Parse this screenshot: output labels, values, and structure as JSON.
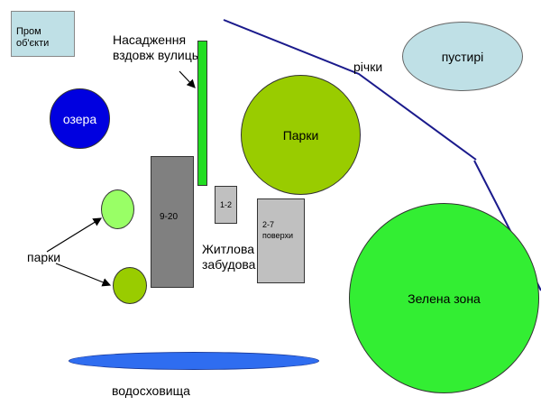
{
  "colors": {
    "industrial": "#bfe0e6",
    "lakes": "#0000e0",
    "street_green": "#22dd22",
    "parks_big": "#99cc00",
    "park_small_1": "#99ff66",
    "park_small_2": "#99cc00",
    "housing_high": "#808080",
    "housing_low": "#c0c0c0",
    "wasteland": "#bfe0e6",
    "green_zone": "#33ee33",
    "reservoir": "#2f6df0",
    "river": "#1a1a8c"
  },
  "labels": {
    "industrial": "Пром об'єкти",
    "street_greening": "Насадження вздовж вулиць",
    "rivers": "річки",
    "wasteland": "пустирі",
    "lakes": "озера",
    "parks_big": "Парки",
    "parks_small": "парки",
    "housing_high": "9-20",
    "housing_low_1": "1-2",
    "housing_low_2": "2-7 поверхи",
    "housing": "Житлова забудова",
    "green_zone": "Зелена зона",
    "reservoirs": "водосховища"
  }
}
